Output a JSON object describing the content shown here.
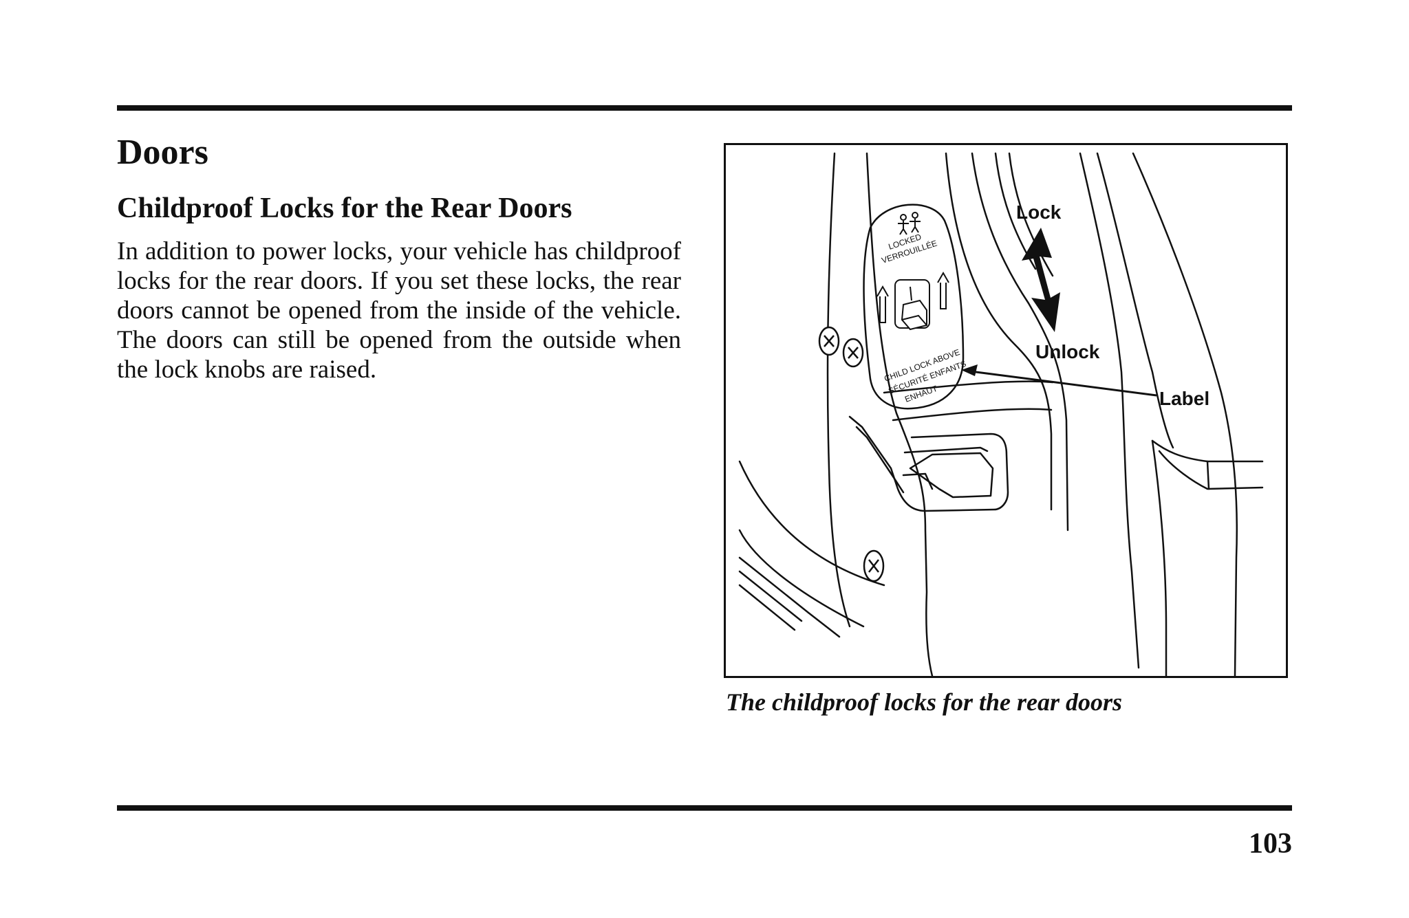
{
  "section_title": "Doors",
  "subsection_title": "Childproof Locks for the Rear Doors",
  "body": "In addition to power locks, your vehicle has childproof locks for the rear doors. If you set these locks, the rear doors cannot be opened from the inside of the vehicle. The doors can still be opened from the outside when the lock knobs are raised.",
  "figure": {
    "callout_lock": "Lock",
    "callout_unlock": "Unlock",
    "callout_label": "Label",
    "label_text": {
      "locked": "LOCKED",
      "verrouillee": "VERROUILLÉE",
      "child_lock_above": "CHILD LOCK ABOVE",
      "securite_enfants": "SÉCURITÉ ENFANTS",
      "enhaut": "ENHAUT"
    },
    "caption": "The childproof locks for the rear doors"
  },
  "page_number": "103"
}
